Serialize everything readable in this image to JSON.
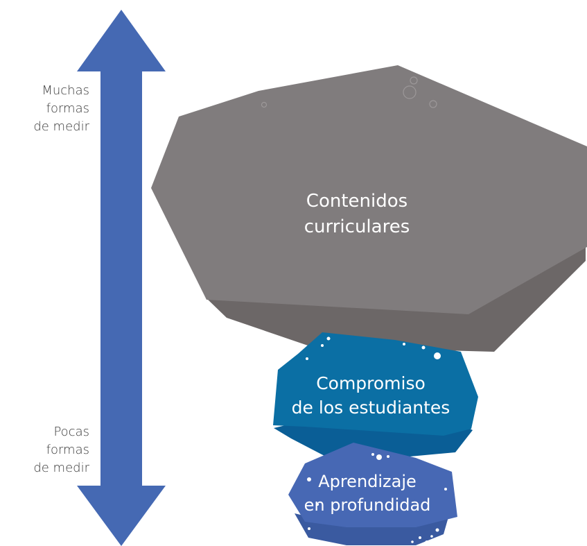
{
  "scale": {
    "top_label_lines": [
      "Muchas",
      "formas",
      "de medir"
    ],
    "bottom_label_lines": [
      "Pocas",
      "formas",
      "de medir"
    ]
  },
  "rocks": {
    "contenidos": {
      "lines": [
        "Contenidos",
        "curriculares"
      ],
      "color": "#7f7b7c"
    },
    "compromiso": {
      "lines": [
        "Compromiso",
        "de los estudiantes"
      ],
      "color": "#0b6fa4"
    },
    "aprendizaje": {
      "lines": [
        "Aprendizaje",
        "en profundidad"
      ],
      "color": "#4768b4"
    }
  },
  "colors": {
    "arrow": "#4569b3",
    "text_dark": "#3a3a3a",
    "text_light": "#ffffff"
  }
}
